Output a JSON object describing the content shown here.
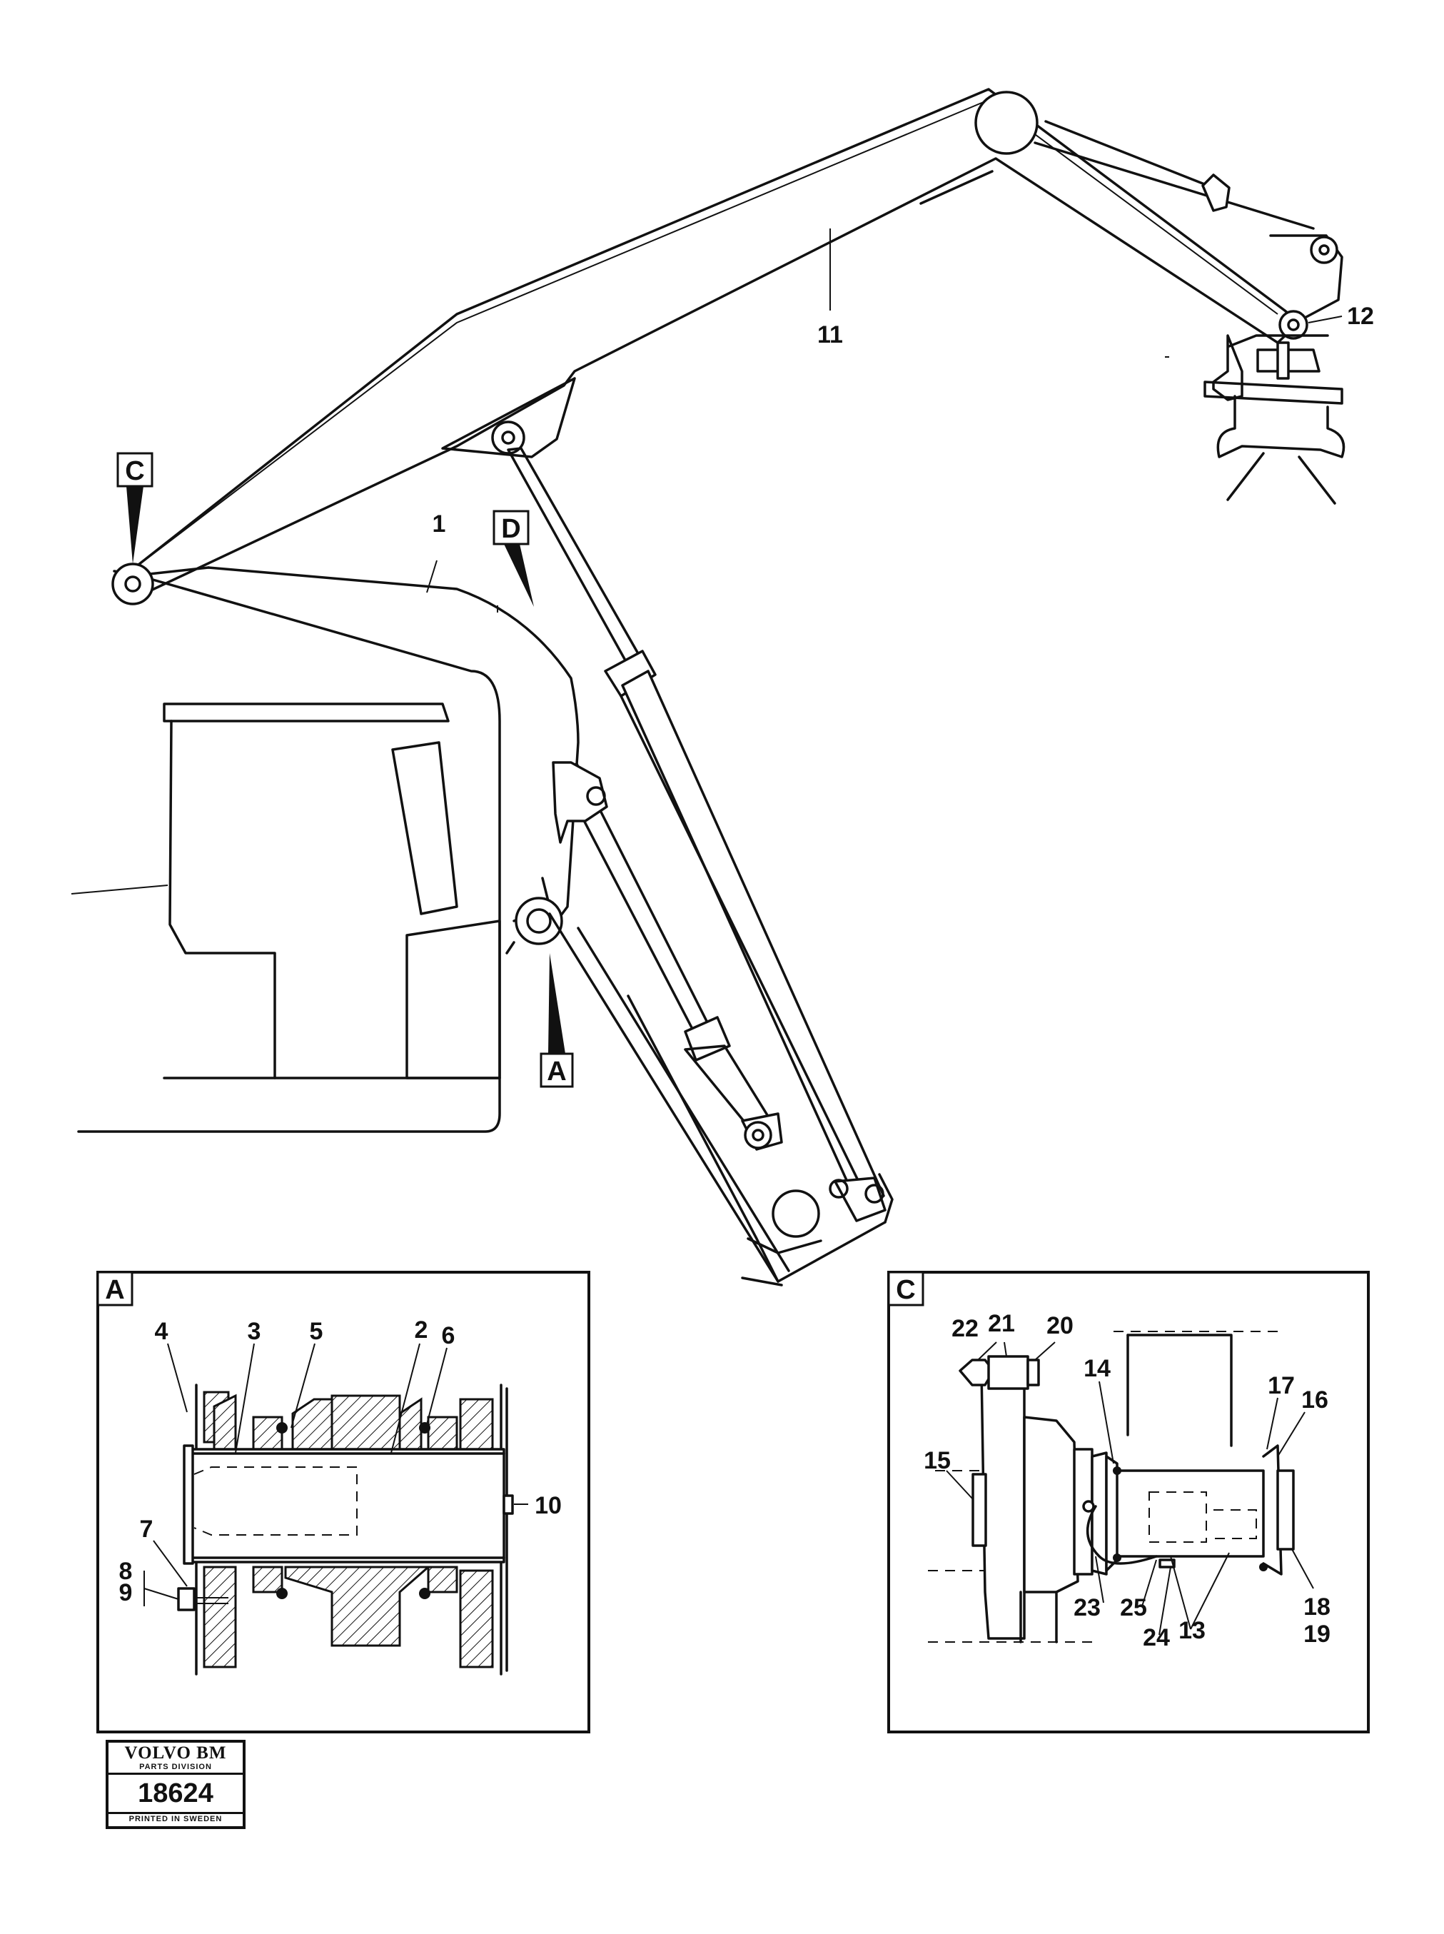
{
  "callouts": {
    "c1": "1",
    "c2": "2",
    "c3": "3",
    "c4": "4",
    "c5": "5",
    "c6": "6",
    "c7": "7",
    "c8": "8",
    "c9": "9",
    "c10": "10",
    "c11": "11",
    "c12": "12",
    "c13": "13",
    "c14": "14",
    "c15": "15",
    "c16": "16",
    "c17": "17",
    "c18": "18",
    "c19": "19",
    "c20": "20",
    "c21": "21",
    "c22": "22",
    "c23": "23",
    "c24": "24",
    "c25": "25"
  },
  "detail_markers": {
    "a": "A",
    "c": "C",
    "d": "D"
  },
  "stamp": {
    "brand": "VOLVO BM",
    "division": "PARTS DIVISION",
    "code": "18624",
    "printed": "PRINTED IN SWEDEN"
  }
}
